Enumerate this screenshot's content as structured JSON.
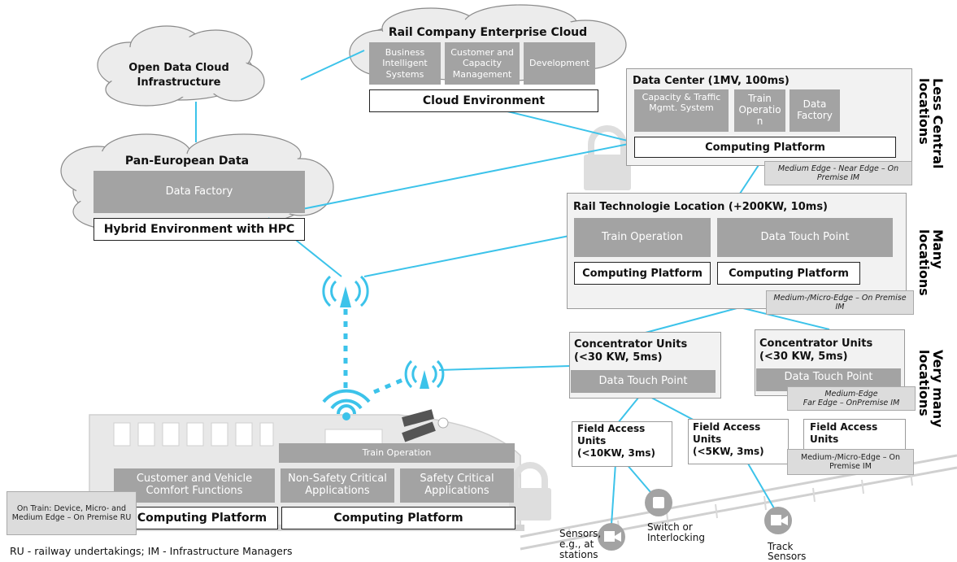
{
  "clouds": {
    "open_data": "Open Data Cloud\nInfrastructure",
    "rail_company": "Rail Company Enterprise Cloud",
    "pan_european": "Pan-European Data"
  },
  "enterprise": {
    "items": [
      "Business\nIntelligent\nSystems",
      "Customer and\nCapacity\nManagement",
      "Development"
    ],
    "environment": "Cloud Environment"
  },
  "pan_european": {
    "data_factory": "Data Factory",
    "environment": "Hybrid Environment with HPC"
  },
  "data_center": {
    "title": "Data Center (1MV, 100ms)",
    "items": [
      "Capacity & Traffic\nMgmt. System",
      "Train\nOperatio\nn",
      "Data\nFactory"
    ],
    "platform": "Computing Platform",
    "note": "Medium Edge - Near Edge – On\nPremise IM"
  },
  "rail_tech": {
    "title": "Rail Technologie Location (+200KW, 10ms)",
    "items": [
      "Train Operation",
      "Data Touch Point"
    ],
    "platforms": [
      "Computing Platform",
      "Computing Platform"
    ],
    "note": "Medium-/Micro-Edge – On Premise\nIM"
  },
  "concentrator_1": {
    "title": "Concentrator Units\n(<30 KW, 5ms)",
    "item": "Data Touch Point"
  },
  "concentrator_2": {
    "title": "Concentrator Units\n(<30 KW, 5ms)",
    "item": "Data Touch Point",
    "note": "Medium-Edge\nFar Edge – OnPremise IM"
  },
  "field_units": [
    {
      "title": "Field Access\nUnits\n(<10KW, 3ms)"
    },
    {
      "title": "Field Access\nUnits\n(<5KW, 3ms)"
    },
    {
      "title": "Field Access\nUnits"
    }
  ],
  "field_note": "Medium-/Micro-Edge – On\nPremise IM",
  "side_labels": {
    "less_central": "Less Central\nlocations",
    "many": "Many\nlocations",
    "very_many": "Very many\nlocations"
  },
  "train": {
    "train_operation": "Train Operation",
    "customer": "Customer and Vehicle\nComfort Functions",
    "non_safety": "Non-Safety Critical\nApplications",
    "safety": "Safety Critical\nApplications",
    "platform_left": "Computing Platform",
    "platform_right": "Computing Platform",
    "note": "On Train: Device, Micro- and\nMedium Edge – On Premise RU"
  },
  "sensors": {
    "stations": "Sensors,\ne.g., at\nstations",
    "switch": "Switch or\nInterlocking",
    "track": "Track\nSensors"
  },
  "footer": "RU - railway undertakings; IM - Infrastructure Managers",
  "colors": {
    "link": "#3cc3ea",
    "box": "#a3a3a3",
    "panel": "#f2f2f2",
    "cloud": "#ececec"
  }
}
